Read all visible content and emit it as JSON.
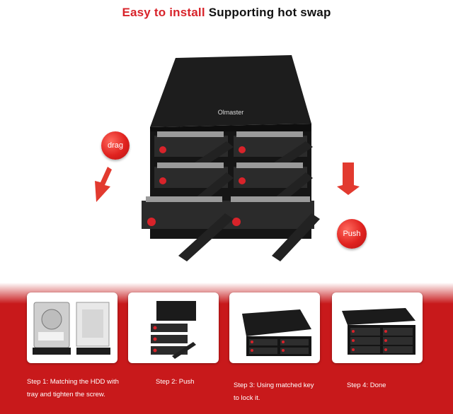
{
  "header": {
    "highlight": "Easy to install",
    "rest": "Supporting hot swap"
  },
  "hero": {
    "brand": "Olmaster",
    "drag_label": "drag",
    "push_label": "Push"
  },
  "steps": [
    {
      "label": "Step 1: Matching the HDD with tray and tighten the screw."
    },
    {
      "label": "Step 2: Push"
    },
    {
      "label": "Step 3: Using matched key to lock it."
    },
    {
      "label": "Step 4: Done"
    }
  ],
  "colors": {
    "accent": "#d8232a",
    "band": "#c8191b",
    "enclosure": "#1b1b1b"
  }
}
